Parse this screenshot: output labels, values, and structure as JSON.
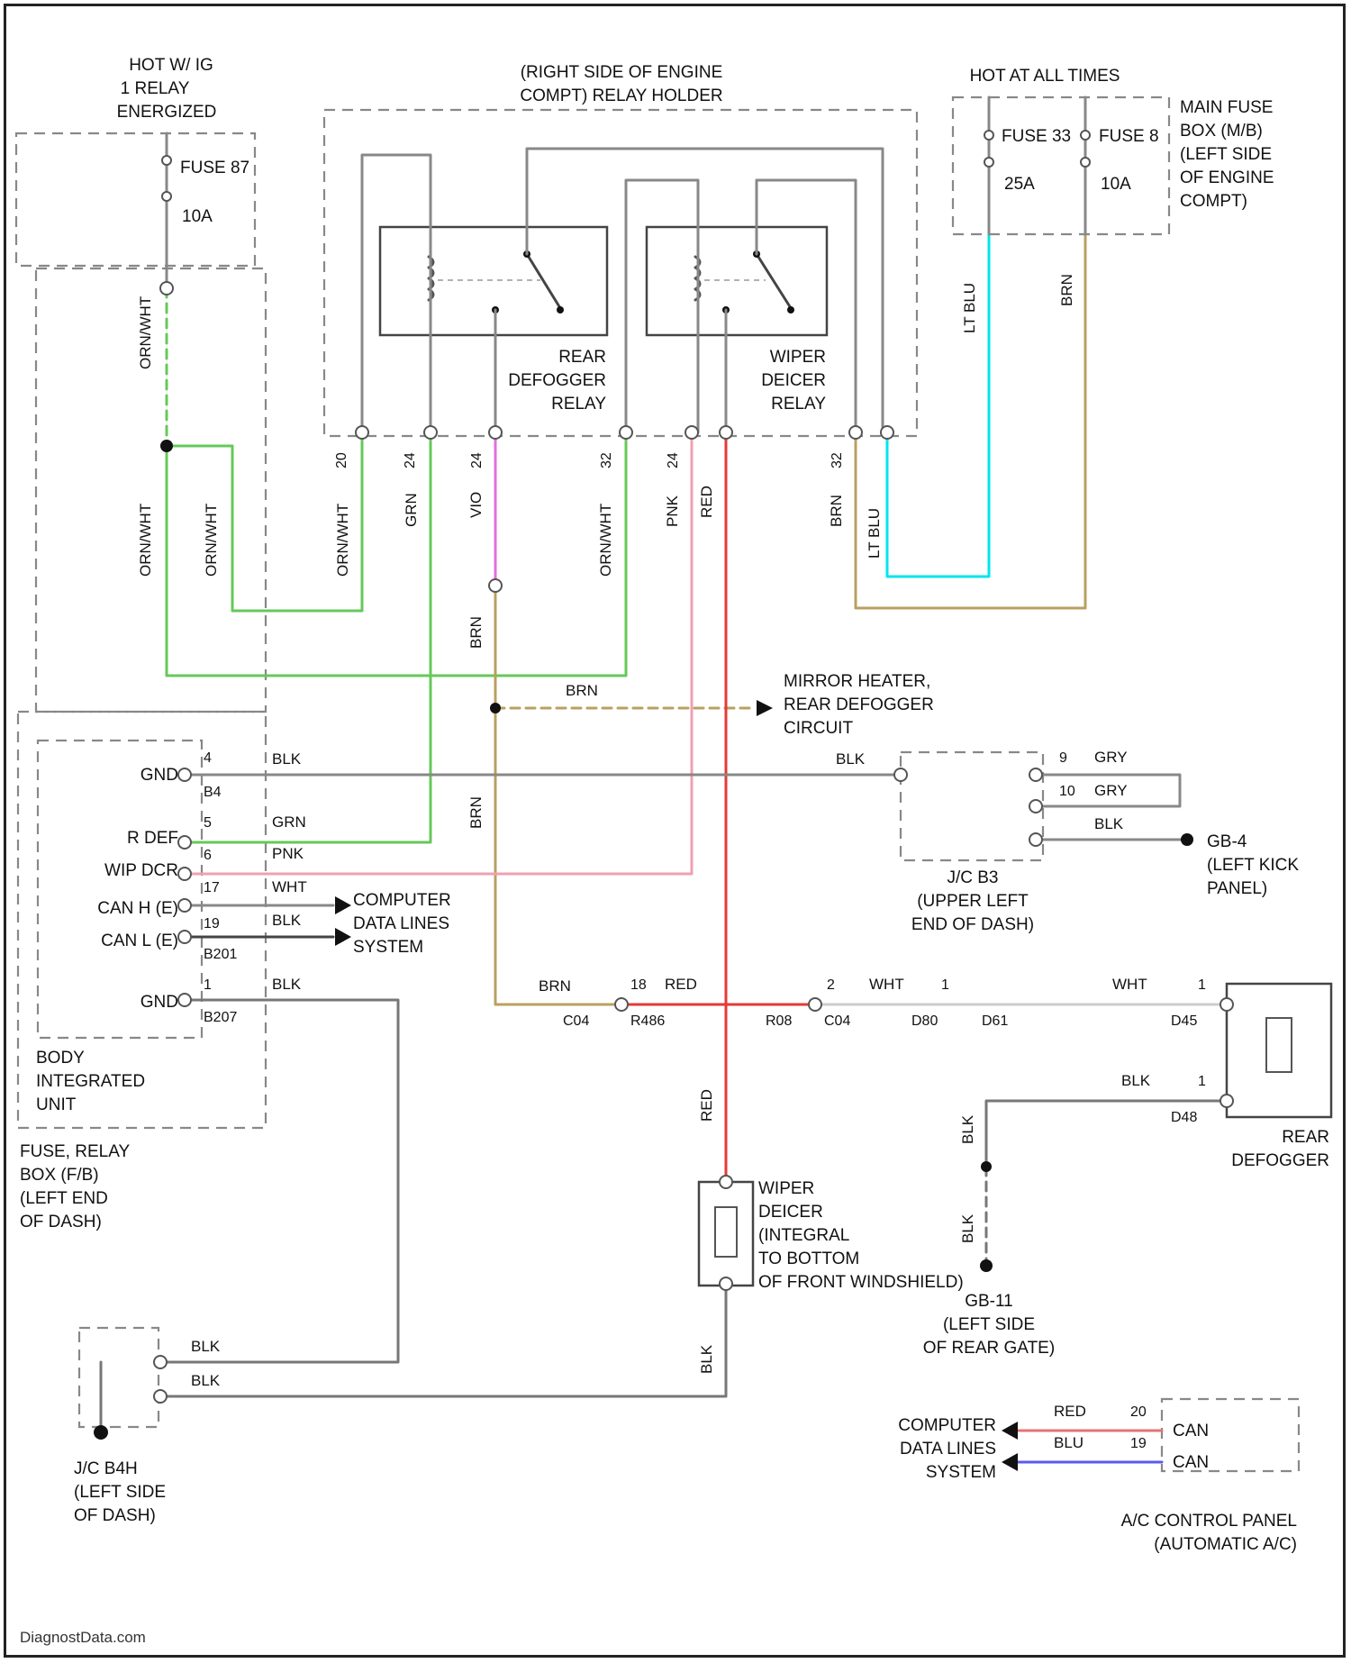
{
  "footer": "DiagnostData.com",
  "power": {
    "hot_ig1": [
      "HOT W/ IG",
      "1 RELAY",
      "ENERGIZED"
    ],
    "hot_all_times": "HOT AT ALL TIMES",
    "relay_holder": [
      "(RIGHT SIDE OF ENGINE",
      "COMPT) RELAY HOLDER"
    ],
    "main_fuse_box": [
      "MAIN FUSE",
      "BOX (M/B)",
      "(LEFT SIDE",
      "OF ENGINE",
      "COMPT)"
    ]
  },
  "fuses": {
    "fuse_ig": "FUSE 87",
    "fuse_ig_amp": "10A",
    "fuse_a": "FUSE 33",
    "fuse_a_amp": "25A",
    "fuse_b": "FUSE 8",
    "fuse_b_amp": "10A"
  },
  "relays": {
    "rear_defogger": [
      "REAR",
      "DEFOGGER",
      "RELAY"
    ],
    "wiper_deicer": [
      "WIPER",
      "DEICER",
      "RELAY"
    ]
  },
  "wire_colors": {
    "orn_wht": "ORN/WHT",
    "grn": "GRN",
    "vio": "VIO",
    "pnk": "PNK",
    "red": "RED",
    "brn": "BRN",
    "lt_blu": "LT BLU",
    "blk": "BLK",
    "wht": "WHT",
    "gry": "GRY",
    "blu": "BLU"
  },
  "mirror_heater": [
    "MIRROR HEATER,",
    "REAR DEFOGGER",
    "CIRCUIT"
  ],
  "body_unit": {
    "pins": {
      "gnd1": "GND",
      "r_def": "R DEF",
      "wip_dcr": "WIP DCR",
      "can_h": "CAN H (E)",
      "can_l": "CAN L (E)",
      "gnd2": "GND"
    },
    "pin_nums": [
      "4",
      "5",
      "6",
      "17",
      "19",
      "1"
    ],
    "connectors": [
      "B4",
      "B201",
      "B207"
    ],
    "name": [
      "BODY",
      "INTEGRATED",
      "UNIT"
    ],
    "box": [
      "FUSE, RELAY",
      "BOX (F/B)",
      "(LEFT END",
      "OF DASH)"
    ]
  },
  "computer_data_lines": [
    "COMPUTER",
    "DATA LINES",
    "SYSTEM"
  ],
  "jc_b3": [
    "J/C B3",
    "(UPPER LEFT",
    "END OF DASH)"
  ],
  "ground_gb4": [
    "GB-4",
    "(LEFT KICK",
    "PANEL)"
  ],
  "jc_b4h": [
    "J/C B4H",
    "(LEFT SIDE",
    "OF DASH)"
  ],
  "wiper_deicer_element": [
    "WIPER",
    "DEICER",
    "(INTEGRAL",
    "TO BOTTOM",
    "OF FRONT WINDSHIELD)"
  ],
  "rear_defogger": [
    "REAR",
    "DEFOGGER"
  ],
  "ground_gb11": [
    "GB-11",
    "(LEFT SIDE",
    "OF REAR GATE)"
  ],
  "ac_panel": {
    "label": [
      "A/C CONTROL PANEL",
      "(AUTOMATIC A/C)"
    ],
    "pins": [
      "CAN",
      "CAN"
    ],
    "pin_nums": [
      "20",
      "19"
    ]
  },
  "connectors": {
    "c04": "C04",
    "r486": "R486",
    "r08": "R08",
    "d80": "D80",
    "d61": "D61",
    "d45": "D45",
    "d48": "D48"
  },
  "pin_numbers": {
    "p18": "18",
    "p2": "2",
    "p1": "1",
    "p9": "9",
    "p10": "10",
    "p24": "24",
    "p20": "20",
    "p32": "32"
  }
}
